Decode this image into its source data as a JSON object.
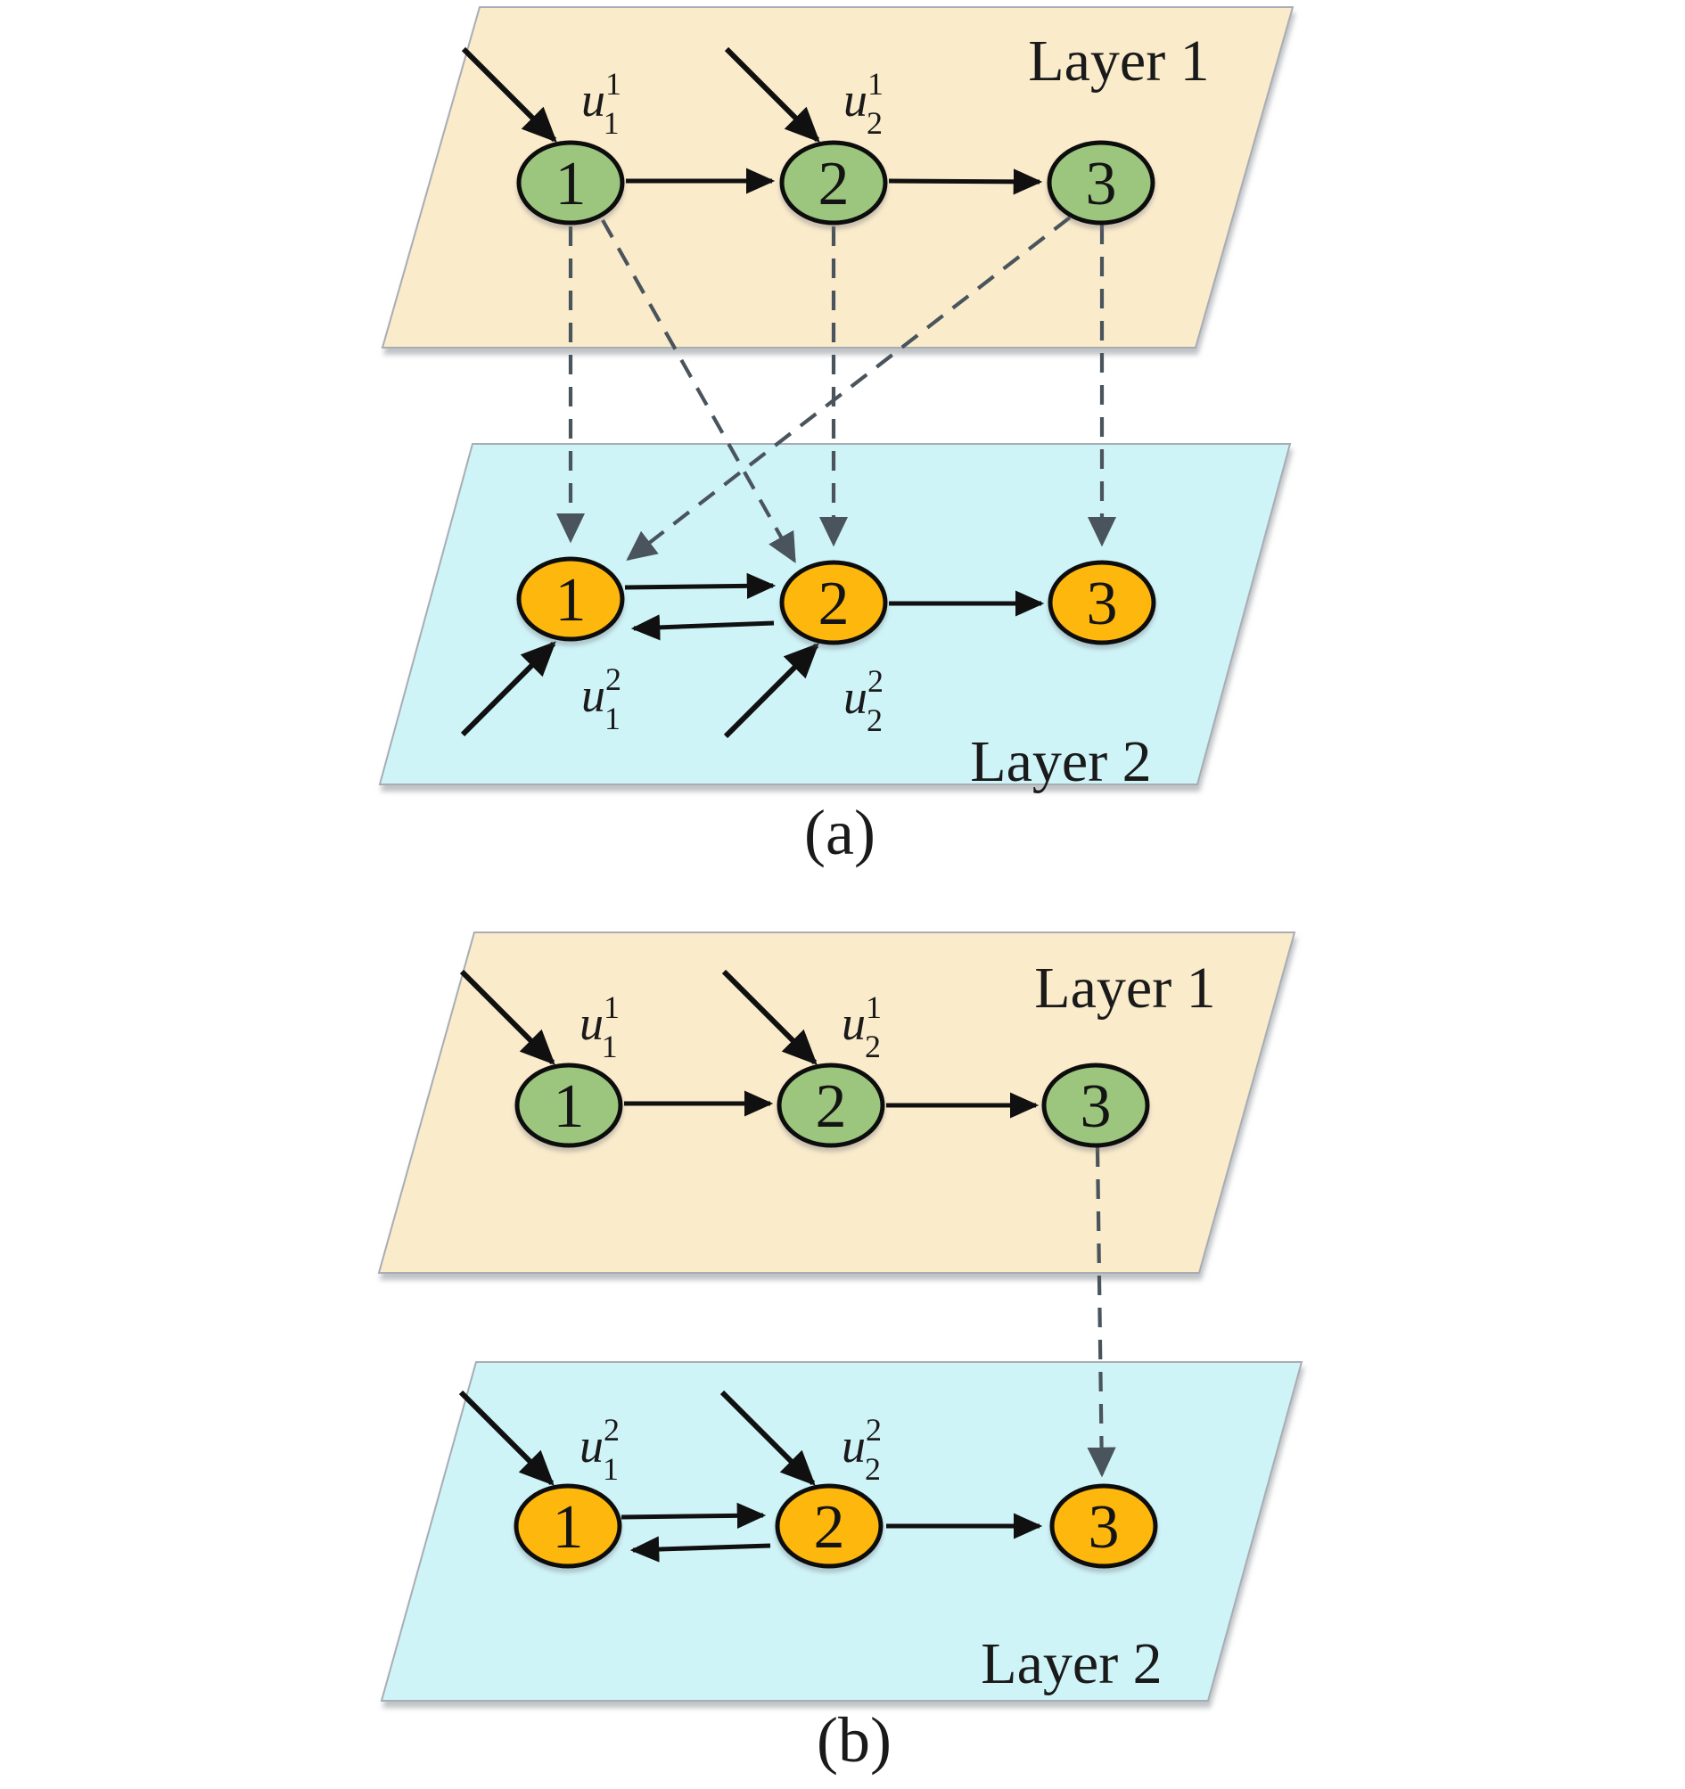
{
  "colors": {
    "layer1_plane": "#FAEBCB",
    "layer2_plane": "#CFF4F8",
    "layer1_node": "#9CC57E",
    "layer2_node": "#FDB70F",
    "dashed": "#4A545C",
    "solid": "#101010"
  },
  "panels": [
    {
      "caption": "(a)",
      "layer1": {
        "label": "Layer 1",
        "nodes": [
          "1",
          "2",
          "3"
        ],
        "edges": [
          "1→2",
          "2→3"
        ],
        "inputs": [
          {
            "base": "u",
            "sup": "1",
            "sub": "1"
          },
          {
            "base": "u",
            "sup": "1",
            "sub": "2"
          }
        ]
      },
      "layer2": {
        "label": "Layer 2",
        "nodes": [
          "1",
          "2",
          "3"
        ],
        "edges": [
          "1→2",
          "2→1",
          "2→3"
        ],
        "inputs": [
          {
            "base": "u",
            "sup": "2",
            "sub": "1"
          },
          {
            "base": "u",
            "sup": "2",
            "sub": "2"
          }
        ]
      },
      "interlayer_edges": [
        "1→1",
        "1→2",
        "2→2",
        "3→1",
        "3→3"
      ]
    },
    {
      "caption": "(b)",
      "layer1": {
        "label": "Layer 1",
        "nodes": [
          "1",
          "2",
          "3"
        ],
        "edges": [
          "1→2",
          "2→3"
        ],
        "inputs": [
          {
            "base": "u",
            "sup": "1",
            "sub": "1"
          },
          {
            "base": "u",
            "sup": "1",
            "sub": "2"
          }
        ]
      },
      "layer2": {
        "label": "Layer 2",
        "nodes": [
          "1",
          "2",
          "3"
        ],
        "edges": [
          "1→2",
          "2→1",
          "2→3"
        ],
        "inputs": [
          {
            "base": "u",
            "sup": "2",
            "sub": "1"
          },
          {
            "base": "u",
            "sup": "2",
            "sub": "2"
          }
        ]
      },
      "interlayer_edges": [
        "3→3"
      ]
    }
  ]
}
